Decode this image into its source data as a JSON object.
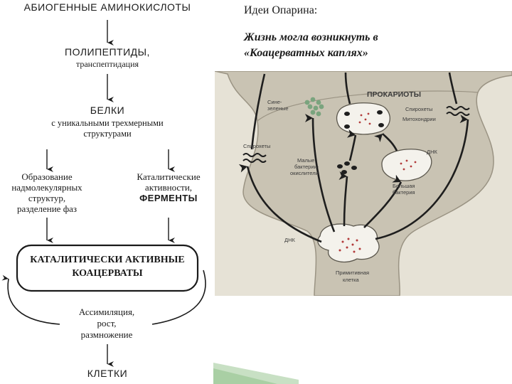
{
  "flow": {
    "n1": "АБИОГЕННЫЕ АМИНОКИСЛОТЫ",
    "n2a": "ПОЛИПЕПТИДЫ,",
    "n2b": "транспептидация",
    "n3a": "БЕЛКИ",
    "n3b": "с уникальными трехмерными",
    "n3c": "структурами",
    "left_a": "Образование",
    "left_b": "надмолекулярных",
    "left_c": "структур,",
    "left_d": "разделение фаз",
    "right_a": "Каталитические",
    "right_b": "активности,",
    "right_c": "ФЕРМЕНТЫ",
    "box_a": "КАТАЛИТИЧЕСКИ АКТИВНЫЕ",
    "box_b": "КОАЦЕРВАТЫ",
    "loop_a": "Ассимиляция,",
    "loop_b": "рост,",
    "loop_c": "размножение",
    "end": "КЛЕТКИ"
  },
  "heading": {
    "title": "Идеи Опарина:",
    "subtitle_1": "Жизнь могла возникнуть в",
    "subtitle_2": "«Коацерватных каплях»"
  },
  "illustration": {
    "pro": "ПРОКАРИОТЫ",
    "cyano_1": "Сине-",
    "cyano_2": "зеленые",
    "spiro_left": "Спирохеты",
    "spiro_right": "Спирохеты",
    "mito": "Митохондрии",
    "small_1": "Малые",
    "small_2": "бактерии-",
    "small_3": "окислители",
    "dna_top": "ДНК",
    "big_1": "Большая",
    "big_2": "бактерия",
    "dna_bottom": "ДНК",
    "prim_1": "Примитивная",
    "prim_2": "клетка"
  },
  "colors": {
    "illustration_bg": "#e6e2d6",
    "funnel": "#c9c3b3",
    "funnel_edge": "#9a9383",
    "arrow": "#1e1e1e",
    "accent_green": "#7aa47e",
    "cell_fill": "#f4f2ec"
  }
}
